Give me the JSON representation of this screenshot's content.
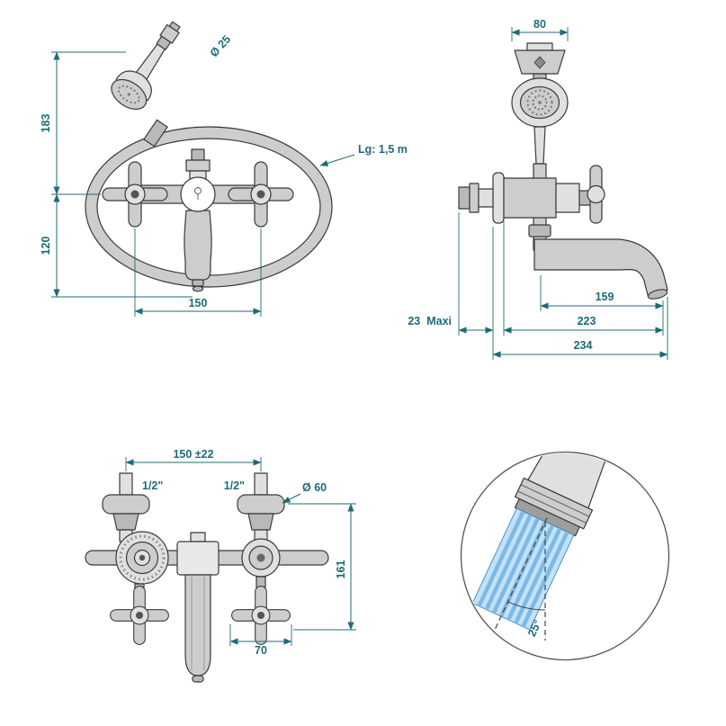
{
  "colors": {
    "dimension_teal": "#1d6b76",
    "outline": "#3a3a3a",
    "metal_gray": "#cdcdcd",
    "water_blue": "#c3e2f8",
    "water_stripe_blue": "#7cb9e6"
  },
  "views": {
    "front": {
      "dim_hose_diameter": "Ø 25",
      "dim_height_upper": "183",
      "dim_height_lower": "120",
      "dim_handle_centers": "150",
      "label_hose_length": "Lg: 1,5 m"
    },
    "side": {
      "dim_shower_head_width": "80",
      "dim_spout_reach": "159",
      "dim_depth_mid": "223",
      "dim_depth_total": "234",
      "label_wall_thickness_max": "23  Maxi"
    },
    "connections": {
      "dim_fixing_centers": "150 ±22",
      "label_inlet_left": "1/2\"",
      "label_inlet_right": "1/2\"",
      "dim_flange_diameter": "Ø 60",
      "dim_overall_height": "161",
      "dim_handle_diameter": "70"
    },
    "spout_detail": {
      "dim_flow_angle": "25°"
    }
  }
}
